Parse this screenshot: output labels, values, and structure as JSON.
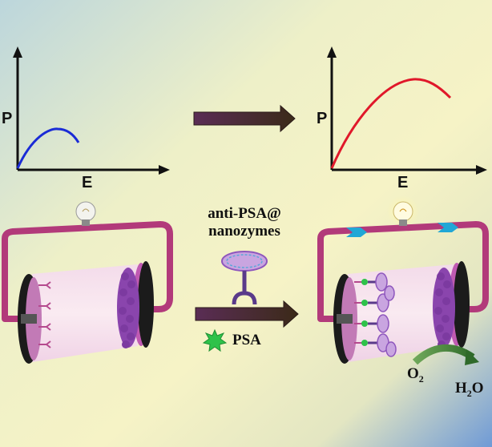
{
  "left_plot": {
    "y_axis_label": "P",
    "x_axis_label": "E",
    "curve_color": "#1a2bd6",
    "curve_shape": "small-arc"
  },
  "right_plot": {
    "y_axis_label": "P",
    "x_axis_label": "E",
    "curve_color": "#e0182a",
    "curve_shape": "large-arc"
  },
  "reagent": {
    "label_line1": "anti-PSA@",
    "label_line2": "nanozymes",
    "analyte_label": "PSA",
    "analyte_color": "#2ec24a"
  },
  "reaction": {
    "reactant": "O",
    "reactant_subscript": "2",
    "product_prefix": "H",
    "product_subscript": "2",
    "product_suffix": "O"
  },
  "colors": {
    "circuit_wire": "#b23a7a",
    "electrode_film": "#7c3aa0",
    "current_arrow": "#21a7d6",
    "process_arrow": "#4a2740",
    "reaction_arrow": "#3f8a3a"
  }
}
